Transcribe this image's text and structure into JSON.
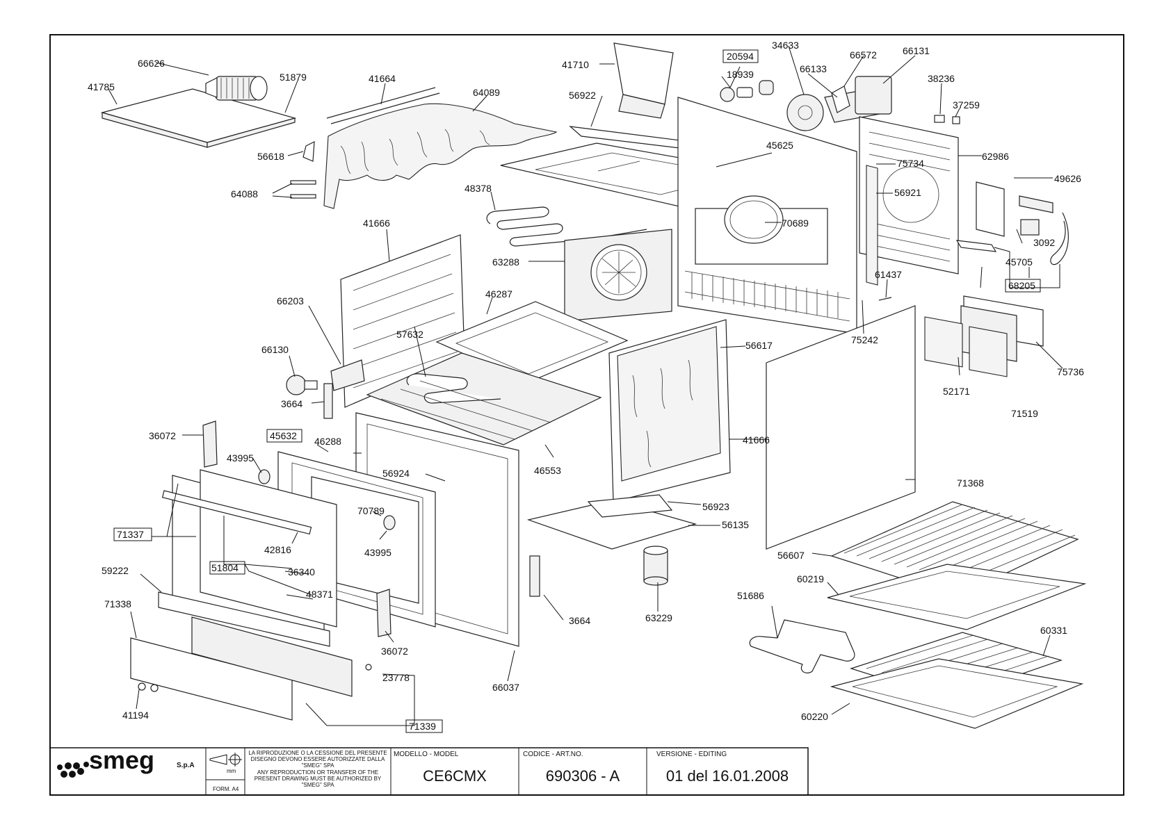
{
  "callouts": [
    {
      "id": "c66626",
      "text": "66626"
    },
    {
      "id": "c41785",
      "text": "41785"
    },
    {
      "id": "c51879",
      "text": "51879"
    },
    {
      "id": "c41664",
      "text": "41664"
    },
    {
      "id": "c64089",
      "text": "64089"
    },
    {
      "id": "c56618",
      "text": "56618"
    },
    {
      "id": "c64088",
      "text": "64088"
    },
    {
      "id": "c41710",
      "text": "41710"
    },
    {
      "id": "c56922",
      "text": "56922"
    },
    {
      "id": "c20594",
      "text": "20594"
    },
    {
      "id": "c18939",
      "text": "18939"
    },
    {
      "id": "c34633",
      "text": "34633"
    },
    {
      "id": "c66572",
      "text": "66572"
    },
    {
      "id": "c66131",
      "text": "66131"
    },
    {
      "id": "c66133",
      "text": "66133"
    },
    {
      "id": "c38236",
      "text": "38236"
    },
    {
      "id": "c37259",
      "text": "37259"
    },
    {
      "id": "c62986",
      "text": "62986"
    },
    {
      "id": "c45625",
      "text": "45625"
    },
    {
      "id": "c75734",
      "text": "75734"
    },
    {
      "id": "c49626",
      "text": "49626"
    },
    {
      "id": "c56921",
      "text": "56921"
    },
    {
      "id": "c48378",
      "text": "48378"
    },
    {
      "id": "c70689",
      "text": "70689"
    },
    {
      "id": "c3092",
      "text": "3092"
    },
    {
      "id": "c41666a",
      "text": "41666"
    },
    {
      "id": "c63288",
      "text": "63288"
    },
    {
      "id": "c45705",
      "text": "45705"
    },
    {
      "id": "c68205",
      "text": "68205"
    },
    {
      "id": "c61437",
      "text": "61437"
    },
    {
      "id": "c66203",
      "text": "66203"
    },
    {
      "id": "c46287",
      "text": "46287"
    },
    {
      "id": "c75242",
      "text": "75242"
    },
    {
      "id": "c57632",
      "text": "57632"
    },
    {
      "id": "c56617",
      "text": "56617"
    },
    {
      "id": "c75736",
      "text": "75736"
    },
    {
      "id": "c66130",
      "text": "66130"
    },
    {
      "id": "c52171",
      "text": "52171"
    },
    {
      "id": "c3664a",
      "text": "3664"
    },
    {
      "id": "c71519",
      "text": "71519"
    },
    {
      "id": "c36072a",
      "text": "36072"
    },
    {
      "id": "c45632",
      "text": "45632"
    },
    {
      "id": "c46288",
      "text": "46288"
    },
    {
      "id": "c41666b",
      "text": "41666"
    },
    {
      "id": "c43995a",
      "text": "43995"
    },
    {
      "id": "c46553",
      "text": "46553"
    },
    {
      "id": "c56924",
      "text": "56924"
    },
    {
      "id": "c71368",
      "text": "71368"
    },
    {
      "id": "c56923",
      "text": "56923"
    },
    {
      "id": "c70789",
      "text": "70789"
    },
    {
      "id": "c71337",
      "text": "71337"
    },
    {
      "id": "c56135",
      "text": "56135"
    },
    {
      "id": "c42816",
      "text": "42816"
    },
    {
      "id": "c43995b",
      "text": "43995"
    },
    {
      "id": "c56607",
      "text": "56607"
    },
    {
      "id": "c51804",
      "text": "51804"
    },
    {
      "id": "c36340",
      "text": "36340"
    },
    {
      "id": "c59222",
      "text": "59222"
    },
    {
      "id": "c60219",
      "text": "60219"
    },
    {
      "id": "c48371",
      "text": "48371"
    },
    {
      "id": "c51686",
      "text": "51686"
    },
    {
      "id": "c71338",
      "text": "71338"
    },
    {
      "id": "c3664b",
      "text": "3664"
    },
    {
      "id": "c63229",
      "text": "63229"
    },
    {
      "id": "c36072b",
      "text": "36072"
    },
    {
      "id": "c60331",
      "text": "60331"
    },
    {
      "id": "c66037",
      "text": "66037"
    },
    {
      "id": "c23778",
      "text": "23778"
    },
    {
      "id": "c41194",
      "text": "41194"
    },
    {
      "id": "c60220",
      "text": "60220"
    },
    {
      "id": "c71339",
      "text": "71339"
    }
  ],
  "title_block": {
    "brand": "smeg",
    "company_suffix": "S.p.A",
    "format_label": "FORM. A4",
    "projection_unit": "mm",
    "notice_lines": [
      "LA RIPRODUZIONE O LA CESSIONE DEL PRESENTE",
      "DISEGNO DEVONO ESSERE AUTORIZZATE DALLA",
      "\"SMEG\" SPA",
      "ANY REPRODUCTION OR TRANSFER OF THE",
      "PRESENT DRAWING MUST BE AUTHORIZED BY",
      "\"SMEG\" SPA"
    ],
    "model_label": "MODELLO - MODEL",
    "model_value": "CE6CMX",
    "code_label": "CODICE - ART.NO.",
    "code_value": "690306 - A",
    "version_label": "VERSIONE - EDITING",
    "version_value": "01 del 16.01.2008"
  }
}
